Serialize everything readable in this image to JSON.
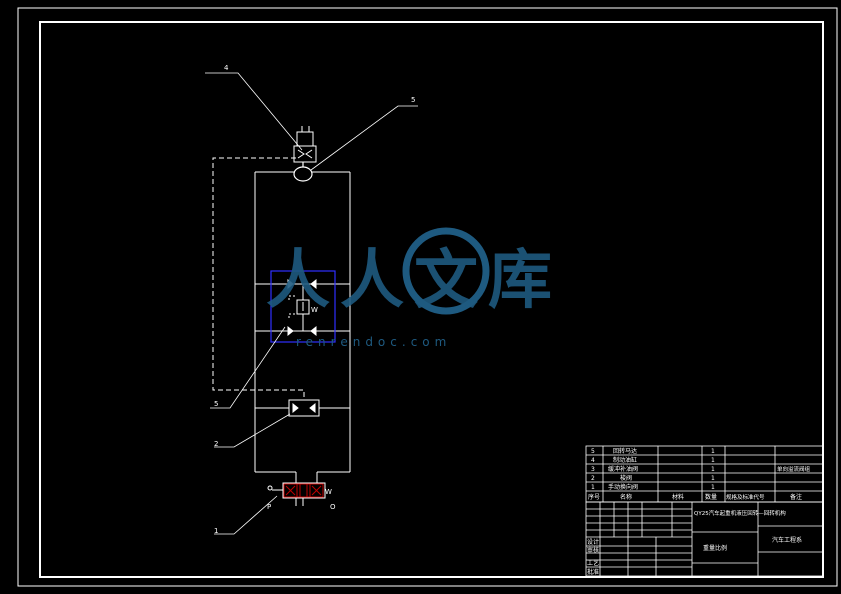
{
  "callouts": [
    "4",
    "5",
    "5",
    "2",
    "1"
  ],
  "ports": {
    "p": "P",
    "o": "O"
  },
  "spring_mark": "W",
  "parts_table": {
    "rows": [
      {
        "no": "5",
        "name": "回转马达",
        "qty": "1",
        "note": ""
      },
      {
        "no": "4",
        "name": "制动油缸",
        "qty": "1",
        "note": ""
      },
      {
        "no": "3",
        "name": "缓冲补油阀",
        "qty": "1",
        "note": "单向溢流阀组"
      },
      {
        "no": "2",
        "name": "梭阀",
        "qty": "1",
        "note": ""
      },
      {
        "no": "1",
        "name": "手动换向阀",
        "qty": "1",
        "note": ""
      }
    ],
    "header": {
      "no": "序号",
      "name": "名称",
      "material": "材料",
      "qty": "数量",
      "standard": "规格及标准代号",
      "note": "备注"
    }
  },
  "title_block": {
    "drawing_title": "QY25汽车起重机液压回转—回转机构",
    "scale_label": "重量比例",
    "school": "汽车工程系",
    "roles": [
      "设计",
      "审核",
      "工艺",
      "批准"
    ]
  },
  "watermark": {
    "text": "人人文库",
    "url": "renrendoc.com"
  },
  "colors": {
    "line": "#ffffff",
    "accent_red": "#c00000",
    "accent_blue": "#3030ff",
    "watermark": "#1e5a80"
  }
}
